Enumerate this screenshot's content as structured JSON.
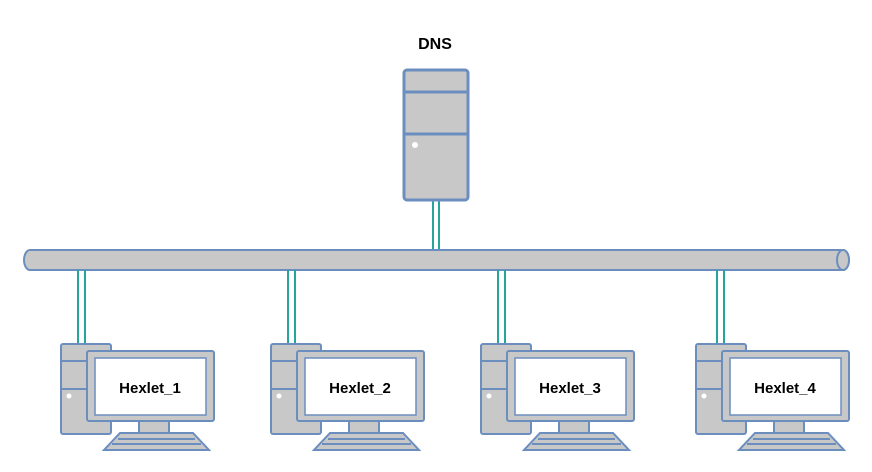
{
  "server": {
    "label": "DNS",
    "icon": "server-tower-icon"
  },
  "bus": {
    "icon": "network-bus-cylinder"
  },
  "workstations": [
    {
      "label": "Hexlet_1",
      "icon": "workstation-icon"
    },
    {
      "label": "Hexlet_2",
      "icon": "workstation-icon"
    },
    {
      "label": "Hexlet_3",
      "icon": "workstation-icon"
    },
    {
      "label": "Hexlet_4",
      "icon": "workstation-icon"
    }
  ],
  "colors": {
    "device_fill": "#c8c8c8",
    "device_stroke": "#6c8ebf",
    "screen_fill": "#ffffff",
    "link": "#26a69a",
    "text": "#000000"
  }
}
